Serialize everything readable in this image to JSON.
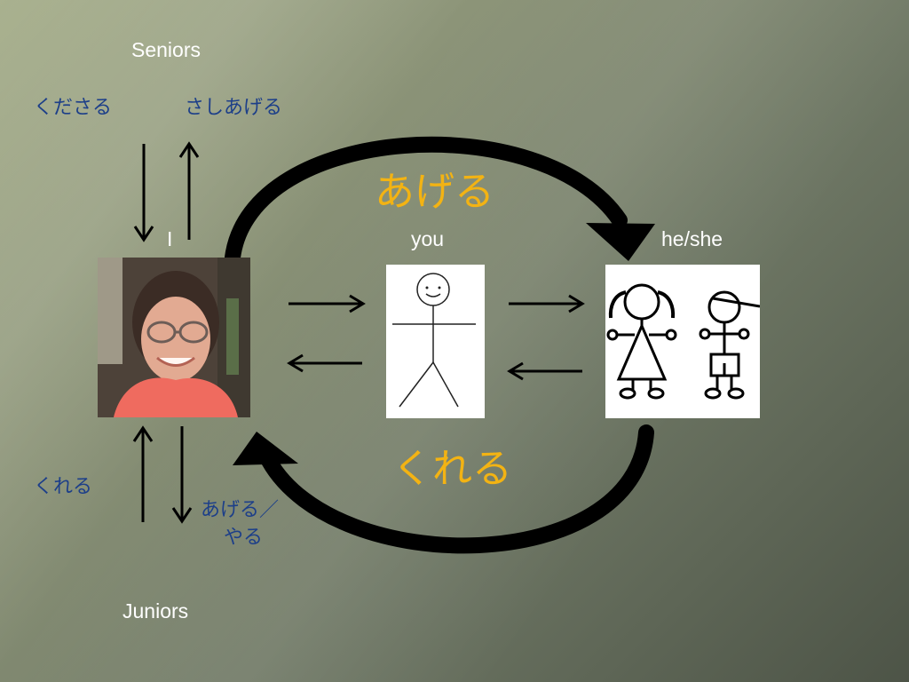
{
  "labels": {
    "seniors": "Seniors",
    "juniors": "Juniors",
    "i": "I",
    "you": "you",
    "he_she": "he/she",
    "kudasaru": "くださる",
    "sashiageru": "さしあげる",
    "kureru_small": "くれる",
    "ageru_yaru_line1": "あげる／",
    "ageru_yaru_line2": "やる",
    "ageru_big": "あげる",
    "kureru_big": "くれる"
  },
  "colors": {
    "white_text": "#ffffff",
    "blue_text": "#1d3f89",
    "gold_text": "#f3b313",
    "arrow": "#000000"
  }
}
